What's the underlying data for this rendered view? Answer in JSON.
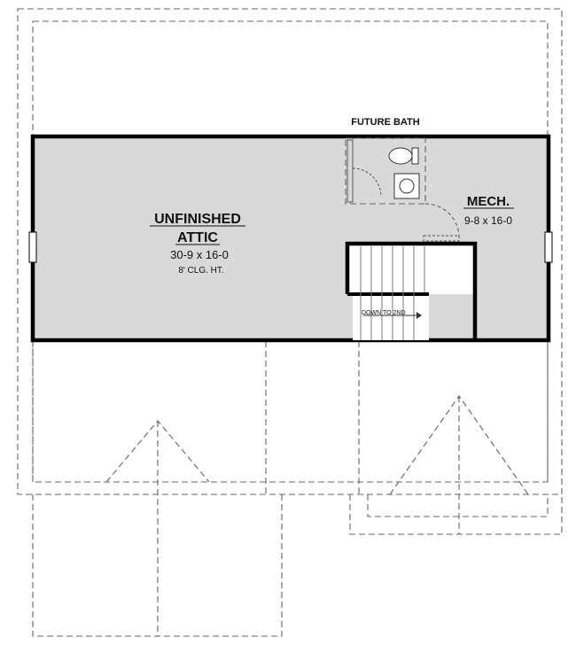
{
  "labels": {
    "future_bath": "FUTURE BATH",
    "attic_title_1": "UNFINISHED",
    "attic_title_2": "ATTIC",
    "attic_dims": "30-9 x 16-0",
    "attic_ceiling": "8' CLG. HT.",
    "mech_title": "MECH.",
    "mech_dims": "9-8 x 16-0",
    "stairs": "DOWN TO 2ND"
  },
  "colors": {
    "floor_fill": "#d9d9d9",
    "wall": "#000000",
    "dashed_roofline": "#666666"
  }
}
